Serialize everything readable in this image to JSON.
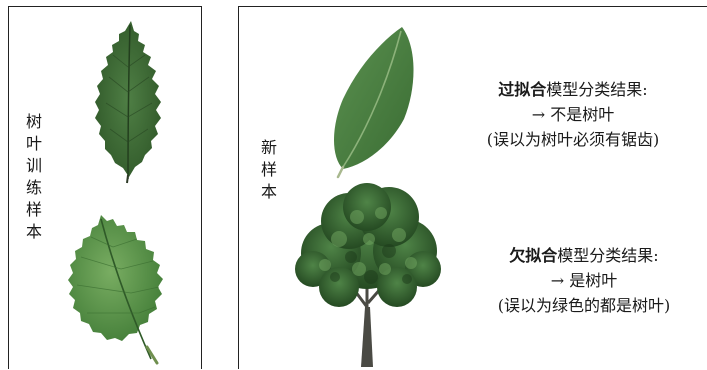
{
  "training_panel": {
    "label_chars": [
      "树",
      "叶",
      "训",
      "练",
      "样",
      "本"
    ]
  },
  "new_sample_panel": {
    "label_chars": [
      "新",
      "样",
      "本"
    ]
  },
  "overfit_result": {
    "term": "过拟合",
    "heading_rest": "模型分类结果:",
    "verdict": "→ 不是树叶",
    "reason": "(误以为树叶必须有锯齿)"
  },
  "underfit_result": {
    "term": "欠拟合",
    "heading_rest": "模型分类结果:",
    "verdict": "→ 是树叶",
    "reason": "(误以为绿色的都是树叶)"
  },
  "colors": {
    "leaf_dark": "#3d6b35",
    "leaf_light": "#5a8f4a",
    "tree_canopy": "#2f5a2a",
    "trunk": "#4a4a44"
  }
}
